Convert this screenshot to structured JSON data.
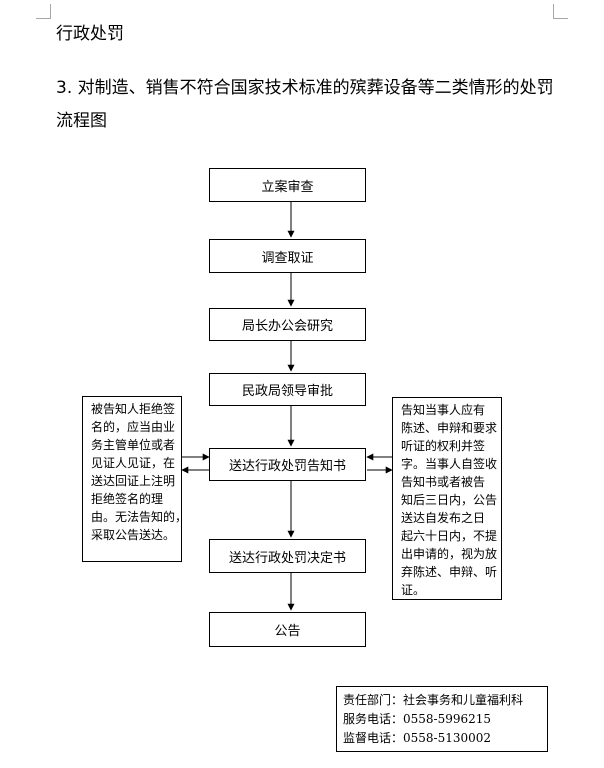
{
  "page": {
    "title": "行政处罚",
    "heading": "3. 对制造、销售不符合国家技术标准的殡葬设备等二类情形的处罚流程图"
  },
  "flow": {
    "steps": [
      "立案审查",
      "调查取证",
      "局长办公会研究",
      "民政局领导审批",
      "送达行政处罚告知书",
      "送达行政处罚决定书",
      "公告"
    ],
    "left_note": [
      "被告知人拒绝签",
      "名的，应当由业",
      "务主管单位或者",
      "见证人见证，在",
      "送达回证上注明",
      "拒绝签名的理",
      "由。无法告知的，",
      "采取公告送达。"
    ],
    "right_note": [
      "告知当事人应有",
      "陈述、申辩和要求",
      "听证的权利并签",
      "字。当事人自签收",
      "告知书或者被告",
      "知后三日内，公告",
      "送达自发布之日",
      "起六十日内，不提",
      "出申请的，视为放",
      "弃陈述、申辩、听",
      "证。"
    ]
  },
  "contact": {
    "dept_label": "责任部门：",
    "dept_value": "社会事务和儿童福利科",
    "service_label": "服务电话：",
    "service_value": "0558-5996215",
    "supervise_label": "监督电话：",
    "supervise_value": "0558-5130002"
  }
}
